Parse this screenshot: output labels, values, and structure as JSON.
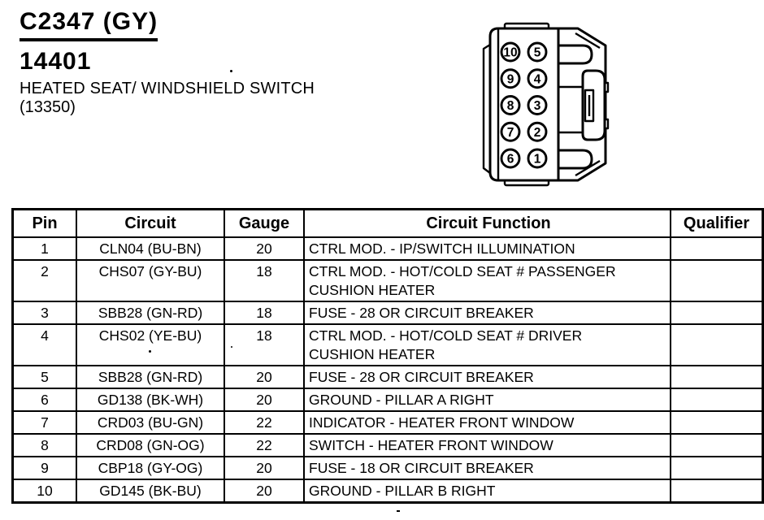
{
  "document": {
    "connector_id": "C2347 (GY)",
    "part_number": "14401",
    "component_name": "HEATED SEAT/ WINDSHIELD SWITCH",
    "component_code": "(13350)"
  },
  "connector_diagram": {
    "description": "10-pin connector face view with side latch",
    "left_column_pins": [
      "10",
      "9",
      "8",
      "7",
      "6"
    ],
    "right_column_pins": [
      "5",
      "4",
      "3",
      "2",
      "1"
    ]
  },
  "pin_table": {
    "headers": {
      "pin": "Pin",
      "circuit": "Circuit",
      "gauge": "Gauge",
      "function": "Circuit Function",
      "qualifier": "Qualifier"
    },
    "rows": [
      {
        "pin": "1",
        "circuit": "CLN04 (BU-BN)",
        "gauge": "20",
        "function": "CTRL MOD. - IP/SWITCH ILLUMINATION",
        "qualifier": ""
      },
      {
        "pin": "2",
        "circuit": "CHS07 (GY-BU)",
        "gauge": "18",
        "function": "CTRL MOD. - HOT/COLD SEAT # PASSENGER\nCUSHION HEATER",
        "qualifier": ""
      },
      {
        "pin": "3",
        "circuit": "SBB28 (GN-RD)",
        "gauge": "18",
        "function": "FUSE - 28 OR CIRCUIT BREAKER",
        "qualifier": ""
      },
      {
        "pin": "4",
        "circuit": "CHS02 (YE-BU)",
        "gauge": "18",
        "function": "CTRL MOD. - HOT/COLD SEAT # DRIVER\nCUSHION HEATER",
        "qualifier": ""
      },
      {
        "pin": "5",
        "circuit": "SBB28 (GN-RD)",
        "gauge": "20",
        "function": "FUSE - 28 OR CIRCUIT BREAKER",
        "qualifier": ""
      },
      {
        "pin": "6",
        "circuit": "GD138 (BK-WH)",
        "gauge": "20",
        "function": "GROUND - PILLAR A RIGHT",
        "qualifier": ""
      },
      {
        "pin": "7",
        "circuit": "CRD03 (BU-GN)",
        "gauge": "22",
        "function": "INDICATOR - HEATER FRONT WINDOW",
        "qualifier": ""
      },
      {
        "pin": "8",
        "circuit": "CRD08 (GN-OG)",
        "gauge": "22",
        "function": "SWITCH - HEATER FRONT WINDOW",
        "qualifier": ""
      },
      {
        "pin": "9",
        "circuit": "CBP18 (GY-OG)",
        "gauge": "20",
        "function": "FUSE - 18 OR CIRCUIT BREAKER",
        "qualifier": ""
      },
      {
        "pin": "10",
        "circuit": "GD145 (BK-BU)",
        "gauge": "20",
        "function": "GROUND - PILLAR B RIGHT",
        "qualifier": ""
      }
    ]
  },
  "colors": {
    "ink": "#000000",
    "paper": "#ffffff"
  }
}
